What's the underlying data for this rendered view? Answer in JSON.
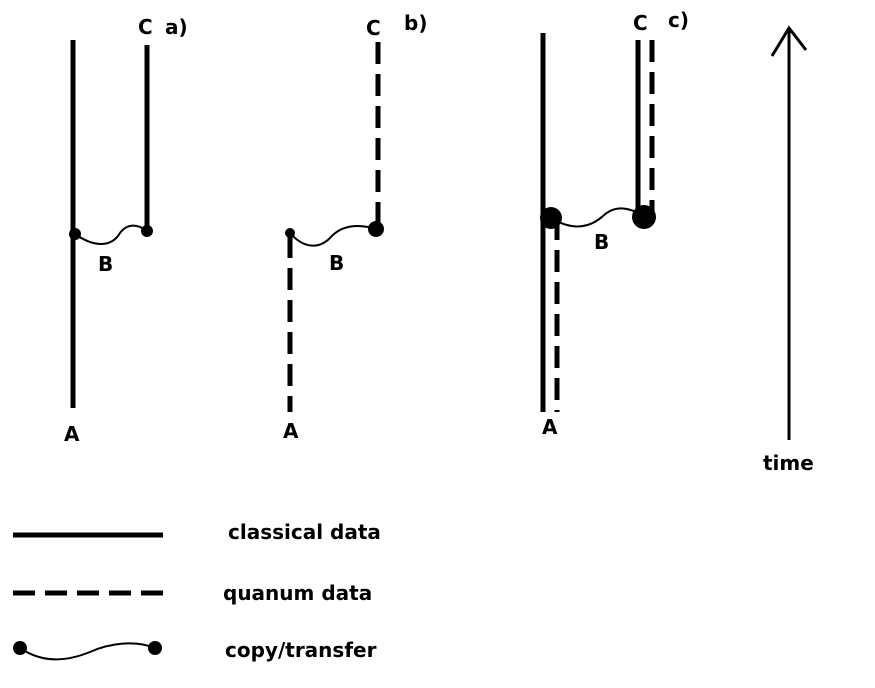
{
  "panels": {
    "a": {
      "tag": "a)",
      "label_A": "A",
      "label_B": "B",
      "label_C": "C"
    },
    "b": {
      "tag": "b)",
      "label_A": "A",
      "label_B": "B",
      "label_C": "C"
    },
    "c": {
      "tag": "c)",
      "label_A": "A",
      "label_B": "B",
      "label_C": "C"
    }
  },
  "time_axis": {
    "label": "time"
  },
  "legend": {
    "classical": "classical data",
    "quantum": "quanum data",
    "copy": "copy/transfer"
  }
}
